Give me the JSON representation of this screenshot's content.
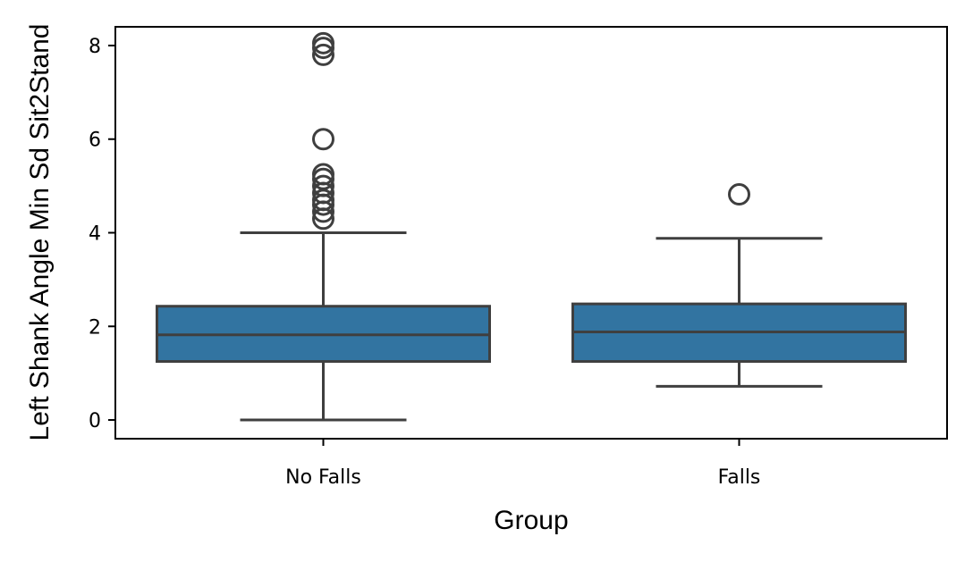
{
  "chart_data": {
    "type": "box",
    "xlabel": "Group",
    "ylabel": "Left Shank Angle Min Sd Sit2Stand",
    "ylim": [
      -0.4,
      8.4
    ],
    "yticks": [
      0,
      2,
      4,
      6,
      8
    ],
    "grid": false,
    "box_color": "#3274a1",
    "line_color": "#3f3f3f",
    "categories": [
      "No Falls",
      "Falls"
    ],
    "boxes": [
      {
        "category": "No Falls",
        "whisker_low": 0.0,
        "q1": 1.25,
        "median": 1.82,
        "q3": 2.43,
        "whisker_high": 4.0,
        "outliers": [
          4.3,
          4.45,
          4.6,
          4.7,
          4.85,
          5.0,
          5.15,
          5.25,
          6.0,
          7.8,
          7.95,
          8.05
        ]
      },
      {
        "category": "Falls",
        "whisker_low": 0.72,
        "q1": 1.25,
        "median": 1.88,
        "q3": 2.48,
        "whisker_high": 3.88,
        "outliers": [
          4.82
        ]
      }
    ]
  }
}
